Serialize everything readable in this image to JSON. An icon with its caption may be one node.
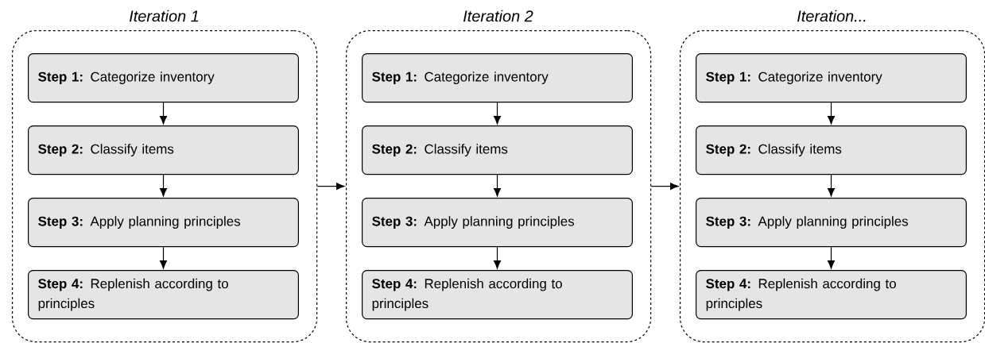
{
  "diagram": {
    "nodes": [
      {
        "text": [
          "Iteration 1"
        ]
      },
      {
        "text": [
          "**Step 1:** Categorize inventory"
        ],
        "in": 0
      },
      {
        "text": [
          "**Step 2:** Classify items"
        ],
        "in": 0
      },
      {
        "text": [
          "**Step 3:** Apply planning principles"
        ],
        "in": 0
      },
      {
        "text": [
          "**Step 4:** Replenish according to principles"
        ],
        "in": 0
      },
      {
        "text": [
          "Iteration 2"
        ]
      },
      {
        "text": [
          "**Step 1:** Categorize inventory"
        ],
        "in": 5
      },
      {
        "text": [
          "**Step 2:** Classify items"
        ],
        "in": 5
      },
      {
        "text": [
          "**Step 3:** Apply planning principles"
        ],
        "in": 5
      },
      {
        "text": [
          "**Step 4:** Replenish according to principles"
        ],
        "in": 5
      },
      {
        "text": [
          "Iteration..."
        ]
      },
      {
        "text": [
          "**Step 1:** Categorize inventory"
        ],
        "in": 10
      },
      {
        "text": [
          "**Step 2:** Classify items"
        ],
        "in": 10
      },
      {
        "text": [
          "**Step 3:** Apply planning principles"
        ],
        "in": 10
      },
      {
        "text": [
          "**Step 4:** Replenish according to principles"
        ],
        "in": 10
      }
    ],
    "edges": [
      {
        "from": 1,
        "to": 2,
        "arrow": "to"
      },
      {
        "from": 2,
        "to": 3,
        "arrow": "to"
      },
      {
        "from": 3,
        "to": 4,
        "arrow": "to"
      },
      {
        "from": 6,
        "to": 7,
        "arrow": "to"
      },
      {
        "from": 7,
        "to": 8,
        "arrow": "to"
      },
      {
        "from": 8,
        "to": 9,
        "arrow": "to"
      },
      {
        "from": 11,
        "to": 12,
        "arrow": "to"
      },
      {
        "from": 12,
        "to": 13,
        "arrow": "to"
      },
      {
        "from": 13,
        "to": 14,
        "arrow": "to"
      },
      {
        "from": 0,
        "to": 5,
        "arrow": "to"
      },
      {
        "from": 5,
        "to": 10,
        "arrow": "to"
      }
    ]
  }
}
